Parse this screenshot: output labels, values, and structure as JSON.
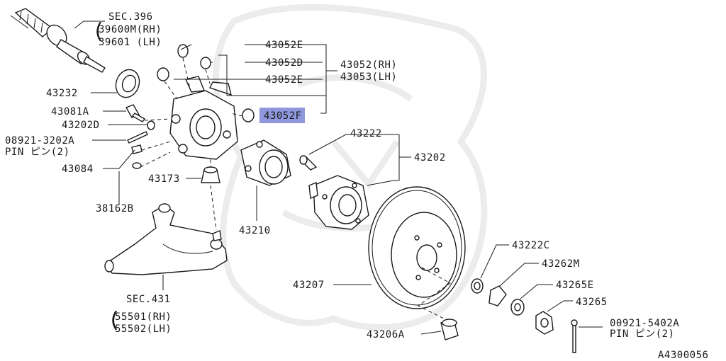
{
  "diagram_id": "A4300056",
  "highlight_color": "#7b86d6",
  "labels": {
    "sec396": "SEC.396",
    "sec396_rh": "39600M(RH)",
    "sec396_lh": "39601 (LH)",
    "p43052e_top": "43052E",
    "p43052d": "43052D",
    "p43052e_mid": "43052E",
    "p43052f_prefix": "43052",
    "p43052f_suffix": "F",
    "p43052_rh": "43052(RH)",
    "p43053_lh": "43053(LH)",
    "p43232": "43232",
    "p43081a": "43081A",
    "p43202d": "43202D",
    "pin1_code": "08921-3202A",
    "pin1_desc": "PIN ピン(2)",
    "p43084": "43084",
    "p38162b": "38162B",
    "p43173": "43173",
    "p43222": "43222",
    "p43202": "43202",
    "p43210": "43210",
    "p43222c": "43222C",
    "p43262m": "43262M",
    "p43265e": "43265E",
    "p43265": "43265",
    "p43207": "43207",
    "p43206a": "43206A",
    "sec431": "SEC.431",
    "sec431_rh": "55501(RH)",
    "sec431_lh": "55502(LH)",
    "pin2_code": "00921-5402A",
    "pin2_desc": "PIN ピン(2)"
  }
}
